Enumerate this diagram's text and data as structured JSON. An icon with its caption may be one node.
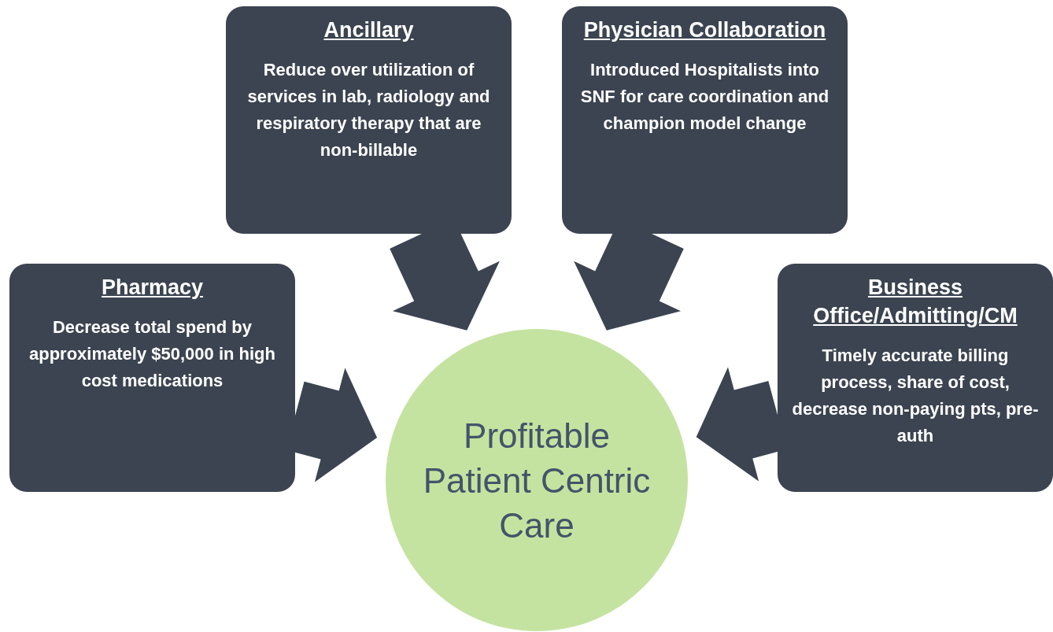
{
  "diagram": {
    "nodes": [
      {
        "text": [
          "Ancillary",
          "Reduce over utilization of services in lab, radiology and respiratory therapy that are non-billable"
        ]
      },
      {
        "text": [
          "Physician Collaboration",
          "Introduced Hospitalists into SNF for care coordination and champion model change"
        ]
      },
      {
        "text": [
          "Pharmacy",
          "Decrease total spend by approximately $50,000 in high cost medications"
        ]
      },
      {
        "text": [
          "Business Office/Admitting/CM",
          "Timely accurate billing process, share of cost, decrease non-paying pts, pre-auth"
        ]
      },
      {
        "text": [
          "Profitable Patient Centric Care"
        ]
      }
    ],
    "edges": [
      {
        "from": 0,
        "to": 4,
        "arrow": "to"
      },
      {
        "from": 1,
        "to": 4,
        "arrow": "to"
      },
      {
        "from": 2,
        "to": 4,
        "arrow": "to"
      },
      {
        "from": 3,
        "to": 4,
        "arrow": "to"
      }
    ]
  }
}
